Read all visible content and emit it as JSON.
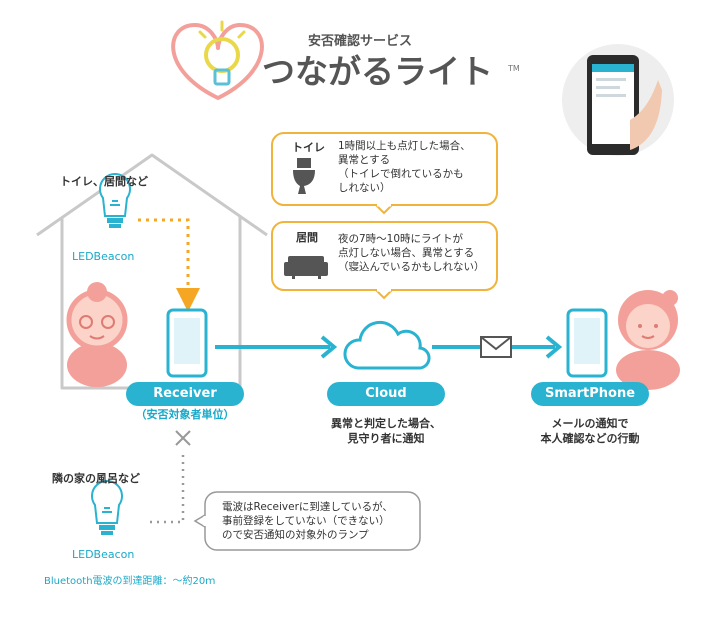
{
  "header": {
    "subtitle": "安否確認サービス",
    "title": "つながるライト",
    "trademark": "TM"
  },
  "house": {
    "label": "トイレ、居間など",
    "beacon_label": "LEDBeacon"
  },
  "receiver": {
    "label": "Receiver",
    "sublabel": "（安否対象者単位）"
  },
  "cloud": {
    "label": "Cloud",
    "caption": [
      "異常と判定した場合、",
      "見守り者に通知"
    ]
  },
  "smartphone": {
    "label": "SmartPhone",
    "caption": [
      "メールの通知で",
      "本人確認などの行動"
    ]
  },
  "callouts": [
    {
      "title": "トイレ",
      "icon": "toilet-icon",
      "text": "1時間以上も点灯した場合、\n異常とする\n（トイレで倒れているかも\nしれない）"
    },
    {
      "title": "居間",
      "icon": "sofa-icon",
      "text": "夜の7時〜10時にライトが\n点灯しない場合、異常とする\n（寝込んでいるかもしれない）"
    }
  ],
  "neighbor": {
    "label": "隣の家の風呂など",
    "beacon_label": "LEDBeacon",
    "note": "電波はReceiverに到達しているが、\n事前登録をしていない（できない）\nので安否通知の対象外のランプ"
  },
  "footer": {
    "range_note": "Bluetooth電波の到達距離：〜約20ｍ"
  },
  "colors": {
    "accent_blue": "#29b3d1",
    "callout_border": "#f0b43c",
    "dotted_orange": "#f5a623",
    "skin_pink": "#f4a09a",
    "house_gray": "#c9c9c9"
  }
}
